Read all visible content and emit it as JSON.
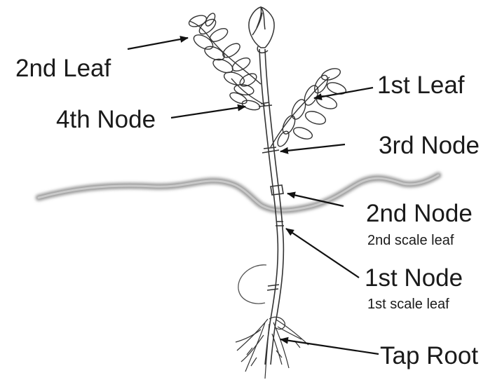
{
  "labels": {
    "second_leaf": "2nd Leaf",
    "first_leaf": "1st Leaf",
    "fourth_node": "4th Node",
    "third_node": "3rd Node",
    "second_node": "2nd Node",
    "second_scale_leaf": "2nd scale leaf",
    "first_node": "1st Node",
    "first_scale_leaf": "1st scale leaf",
    "tap_root": "Tap Root"
  }
}
